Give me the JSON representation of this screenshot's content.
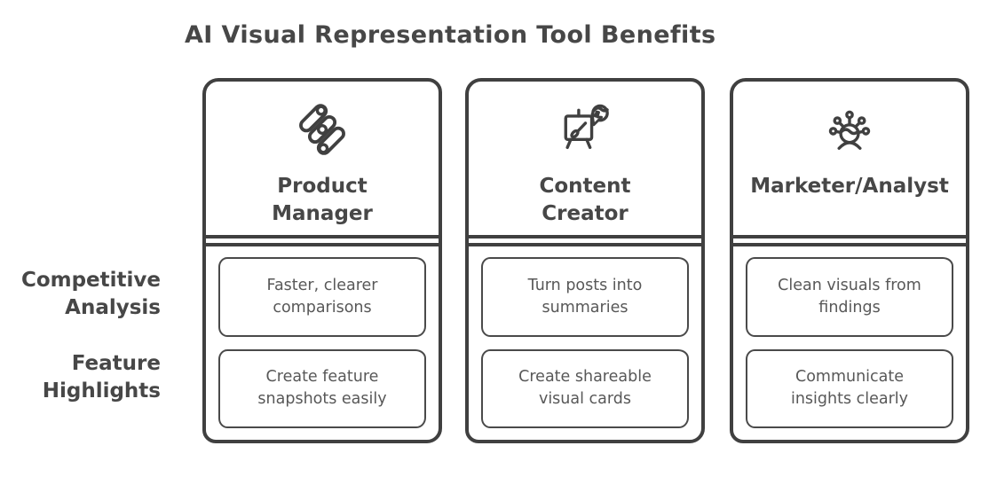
{
  "title": "AI Visual Representation Tool Benefits",
  "row_labels": [
    "Competitive\nAnalysis",
    "Feature\nHighlights"
  ],
  "columns": [
    {
      "icon": "diagonal-sliders-icon",
      "title": "Product\nManager",
      "cells": [
        "Faster, clearer\ncomparisons",
        "Create feature\nsnapshots easily"
      ]
    },
    {
      "icon": "easel-paintbrush-icon",
      "title": "Content\nCreator",
      "cells": [
        "Turn posts into\nsummaries",
        "Create shareable\nvisual cards"
      ]
    },
    {
      "icon": "person-ideas-icon",
      "title": "Marketer/Analyst",
      "cells": [
        "Clean visuals from\nfindings",
        "Communicate\ninsights clearly"
      ]
    }
  ],
  "colors": {
    "stroke": "#404040",
    "heading_text": "#474747",
    "cell_text": "#585858",
    "background": "#ffffff"
  }
}
